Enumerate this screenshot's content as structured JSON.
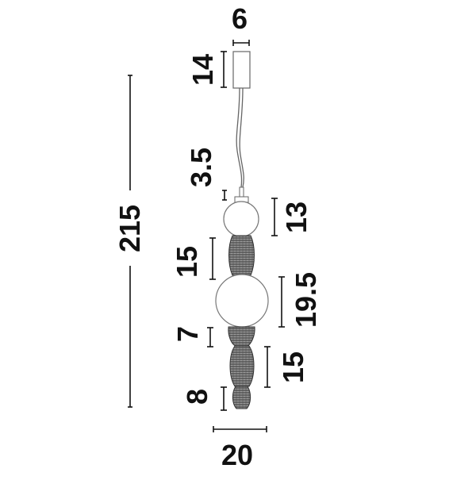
{
  "diagram": {
    "type": "technical-dimension-drawing",
    "subject": "pendant lamp with glass spheres and rattan segments",
    "colors": {
      "line": "#111111",
      "outline": "#777777",
      "rattan_fill": "#6a6a6a",
      "rattan_stripe": "#bdbdbd",
      "background": "#ffffff"
    },
    "dimensions": {
      "canopy_width": "6",
      "canopy_height": "14",
      "cable_gap": "3.5",
      "small_sphere": "13",
      "rattan_upper": "15",
      "large_sphere": "19.5",
      "bowl": "7",
      "rattan_lower": "15",
      "bottom_segment": "8",
      "total_height": "215",
      "total_width": "20"
    }
  }
}
